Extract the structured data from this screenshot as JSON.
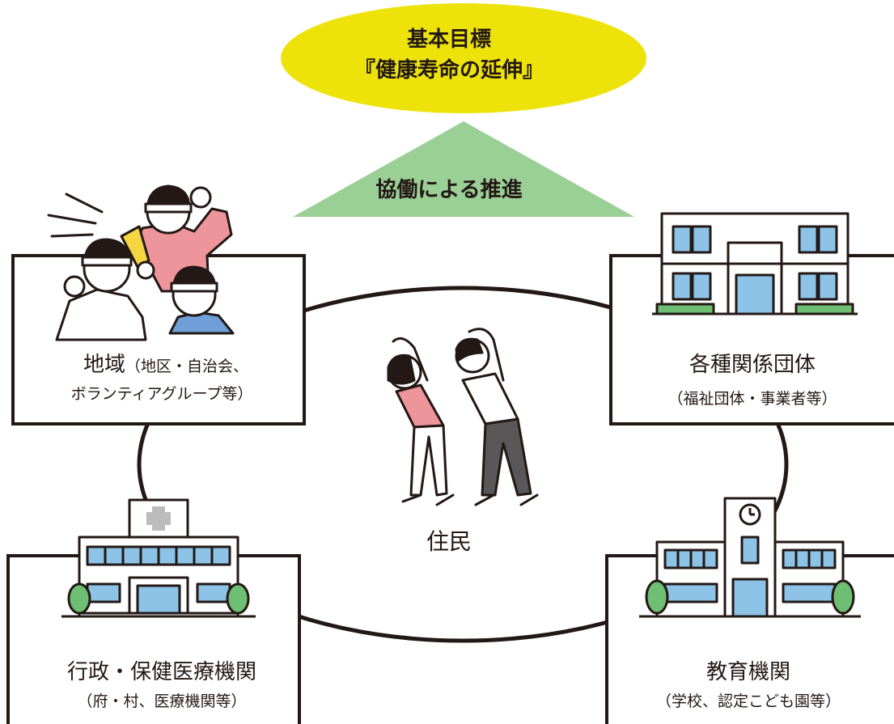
{
  "goal": {
    "title": "基本目標",
    "subtitle": "『健康寿命の延伸』"
  },
  "collaboration": {
    "label": "協働による推進"
  },
  "center": {
    "label": "住民"
  },
  "stakeholders": {
    "community": {
      "name": "地域",
      "detail_line1": "（地区・自治会、",
      "detail_line2": "ボランティアグループ等）"
    },
    "related_orgs": {
      "name": "各種関係団体",
      "detail": "（福祉団体・事業者等）"
    },
    "administration": {
      "name": "行政・保健医療機関",
      "detail": "（府・村、医療機関等）"
    },
    "education": {
      "name": "教育機関",
      "detail": "（学校、認定こども園等）"
    }
  },
  "colors": {
    "goal_ellipse": "#EDE30A",
    "triangle": "#9ACF96",
    "outline": "#231815",
    "window_blue": "#8CC3E6",
    "tree_green": "#6EBE73",
    "shirt_pink": "#EE959B",
    "shirt_blue": "#6F9FD8",
    "megaphone_yellow": "#F5D640",
    "pants_gray": "#595757"
  }
}
